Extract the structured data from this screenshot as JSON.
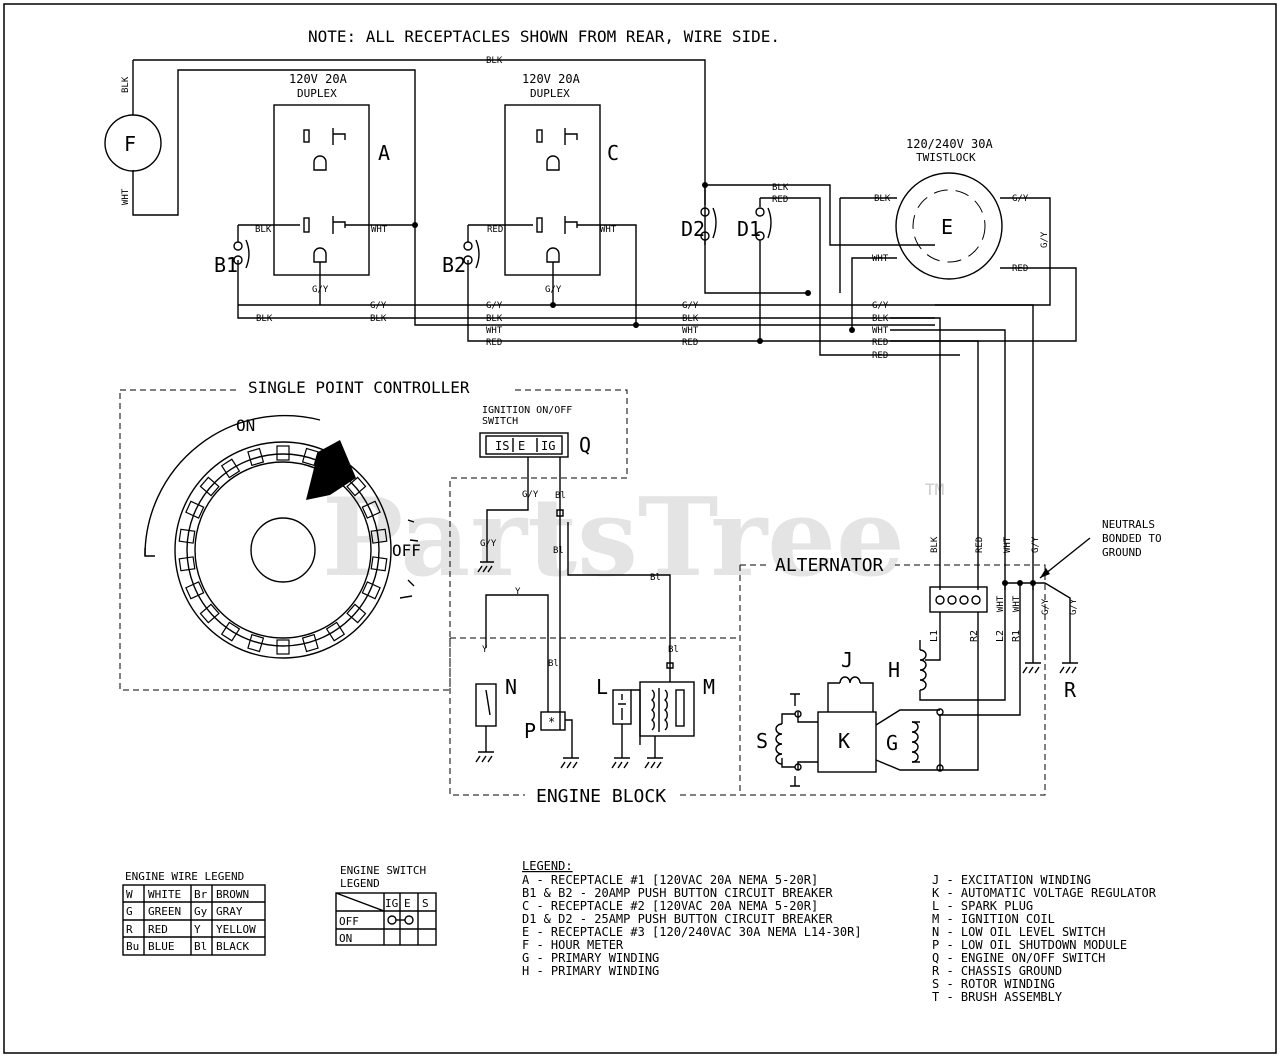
{
  "note": "NOTE:  ALL RECEPTACLES SHOWN FROM REAR, WIRE SIDE.",
  "watermark": "PartsTree",
  "watermark_tm": "TM",
  "receptacles": {
    "duplex_a": {
      "rating": "120V 20A",
      "type": "DUPLEX",
      "letter": "A"
    },
    "duplex_c": {
      "rating": "120V 20A",
      "type": "DUPLEX",
      "letter": "C"
    },
    "twistlock_e": {
      "rating": "120/240V 30A",
      "type": "TWISTLOCK",
      "letter": "E"
    }
  },
  "component_letters": {
    "F": "F",
    "B1": "B1",
    "B2": "B2",
    "D1": "D1",
    "D2": "D2",
    "Q": "Q",
    "N": "N",
    "P": "P",
    "L": "L",
    "M": "M",
    "H": "H",
    "J": "J",
    "K": "K",
    "G": "G",
    "S": "S",
    "R": "R"
  },
  "wire_labels": {
    "blk": "BLK",
    "wht": "WHT",
    "red": "RED",
    "gy": "G/Y",
    "bl": "Bl",
    "y": "Y",
    "l1": "L1",
    "l2": "L2",
    "r1": "R1",
    "r2": "R2"
  },
  "controller": {
    "title": "SINGLE POINT CONTROLLER",
    "on": "ON",
    "off": "OFF",
    "ignition_switch": "IGNITION ON/OFF",
    "ignition_switch_2": "SWITCH",
    "switch_terms": [
      "IS",
      "E",
      "IG"
    ]
  },
  "sections": {
    "alternator": "ALTERNATOR",
    "engine_block": "ENGINE BLOCK",
    "neutrals": [
      "NEUTRALS",
      "BONDED TO",
      "GROUND"
    ]
  },
  "engine_wire_legend": {
    "title": "ENGINE WIRE LEGEND",
    "rows": [
      [
        "W",
        "WHITE",
        "Br",
        "BROWN"
      ],
      [
        "G",
        "GREEN",
        "Gy",
        "GRAY"
      ],
      [
        "R",
        "RED",
        "Y",
        "YELLOW"
      ],
      [
        "Bu",
        "BLUE",
        "Bl",
        "BLACK"
      ]
    ]
  },
  "engine_switch_legend": {
    "title": "ENGINE SWITCH",
    "title2": "LEGEND",
    "headers": [
      "IG",
      "E",
      "S"
    ],
    "rows": [
      "OFF",
      "ON"
    ]
  },
  "legend": {
    "title": "LEGEND:",
    "left": [
      "A  - RECEPTACLE #1 [120VAC 20A NEMA 5-20R]",
      "B1 & B2 - 20AMP PUSH BUTTON CIRCUIT BREAKER",
      "C  - RECEPTACLE #2 [120VAC 20A NEMA 5-20R]",
      "D1 & D2 - 25AMP PUSH BUTTON CIRCUIT BREAKER",
      "E  - RECEPTACLE #3 [120/240VAC 30A NEMA L14-30R]",
      "F  - HOUR METER",
      "G  - PRIMARY WINDING",
      "H  - PRIMARY WINDING"
    ],
    "right": [
      "J  - EXCITATION WINDING",
      "K  - AUTOMATIC VOLTAGE REGULATOR",
      "L  - SPARK PLUG",
      "M  - IGNITION COIL",
      "N  - LOW OIL LEVEL SWITCH",
      "P  - LOW OIL SHUTDOWN MODULE",
      "Q  - ENGINE ON/OFF SWITCH",
      "R  - CHASSIS GROUND",
      "S  - ROTOR WINDING",
      "T  - BRUSH ASSEMBLY"
    ]
  }
}
